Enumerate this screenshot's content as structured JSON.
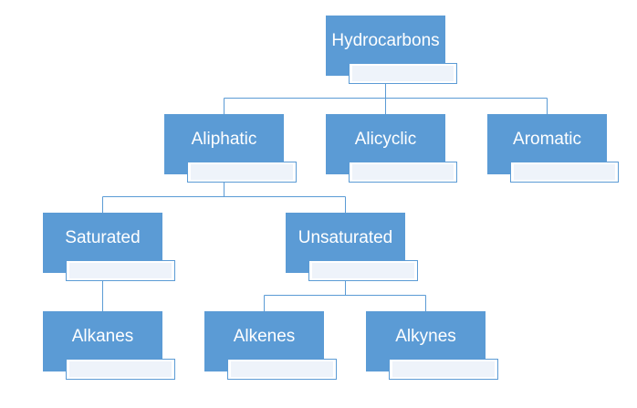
{
  "diagram": {
    "nodes": [
      {
        "id": "hydrocarbons",
        "label": "Hydrocarbons"
      },
      {
        "id": "aliphatic",
        "label": "Aliphatic"
      },
      {
        "id": "alicyclic",
        "label": "Alicyclic"
      },
      {
        "id": "aromatic",
        "label": "Aromatic"
      },
      {
        "id": "saturated",
        "label": "Saturated"
      },
      {
        "id": "unsaturated",
        "label": "Unsaturated"
      },
      {
        "id": "alkanes",
        "label": "Alkanes"
      },
      {
        "id": "alkenes",
        "label": "Alkenes"
      },
      {
        "id": "alkynes",
        "label": "Alkynes"
      }
    ],
    "edges": [
      {
        "from": "hydrocarbons",
        "to": "aliphatic"
      },
      {
        "from": "hydrocarbons",
        "to": "alicyclic"
      },
      {
        "from": "hydrocarbons",
        "to": "aromatic"
      },
      {
        "from": "aliphatic",
        "to": "saturated"
      },
      {
        "from": "aliphatic",
        "to": "unsaturated"
      },
      {
        "from": "saturated",
        "to": "alkanes"
      },
      {
        "from": "unsaturated",
        "to": "alkenes"
      },
      {
        "from": "unsaturated",
        "to": "alkynes"
      }
    ],
    "colors": {
      "node_fill": "#5b9bd5",
      "node_text": "#ffffff",
      "connector": "#5b9bd5"
    }
  }
}
